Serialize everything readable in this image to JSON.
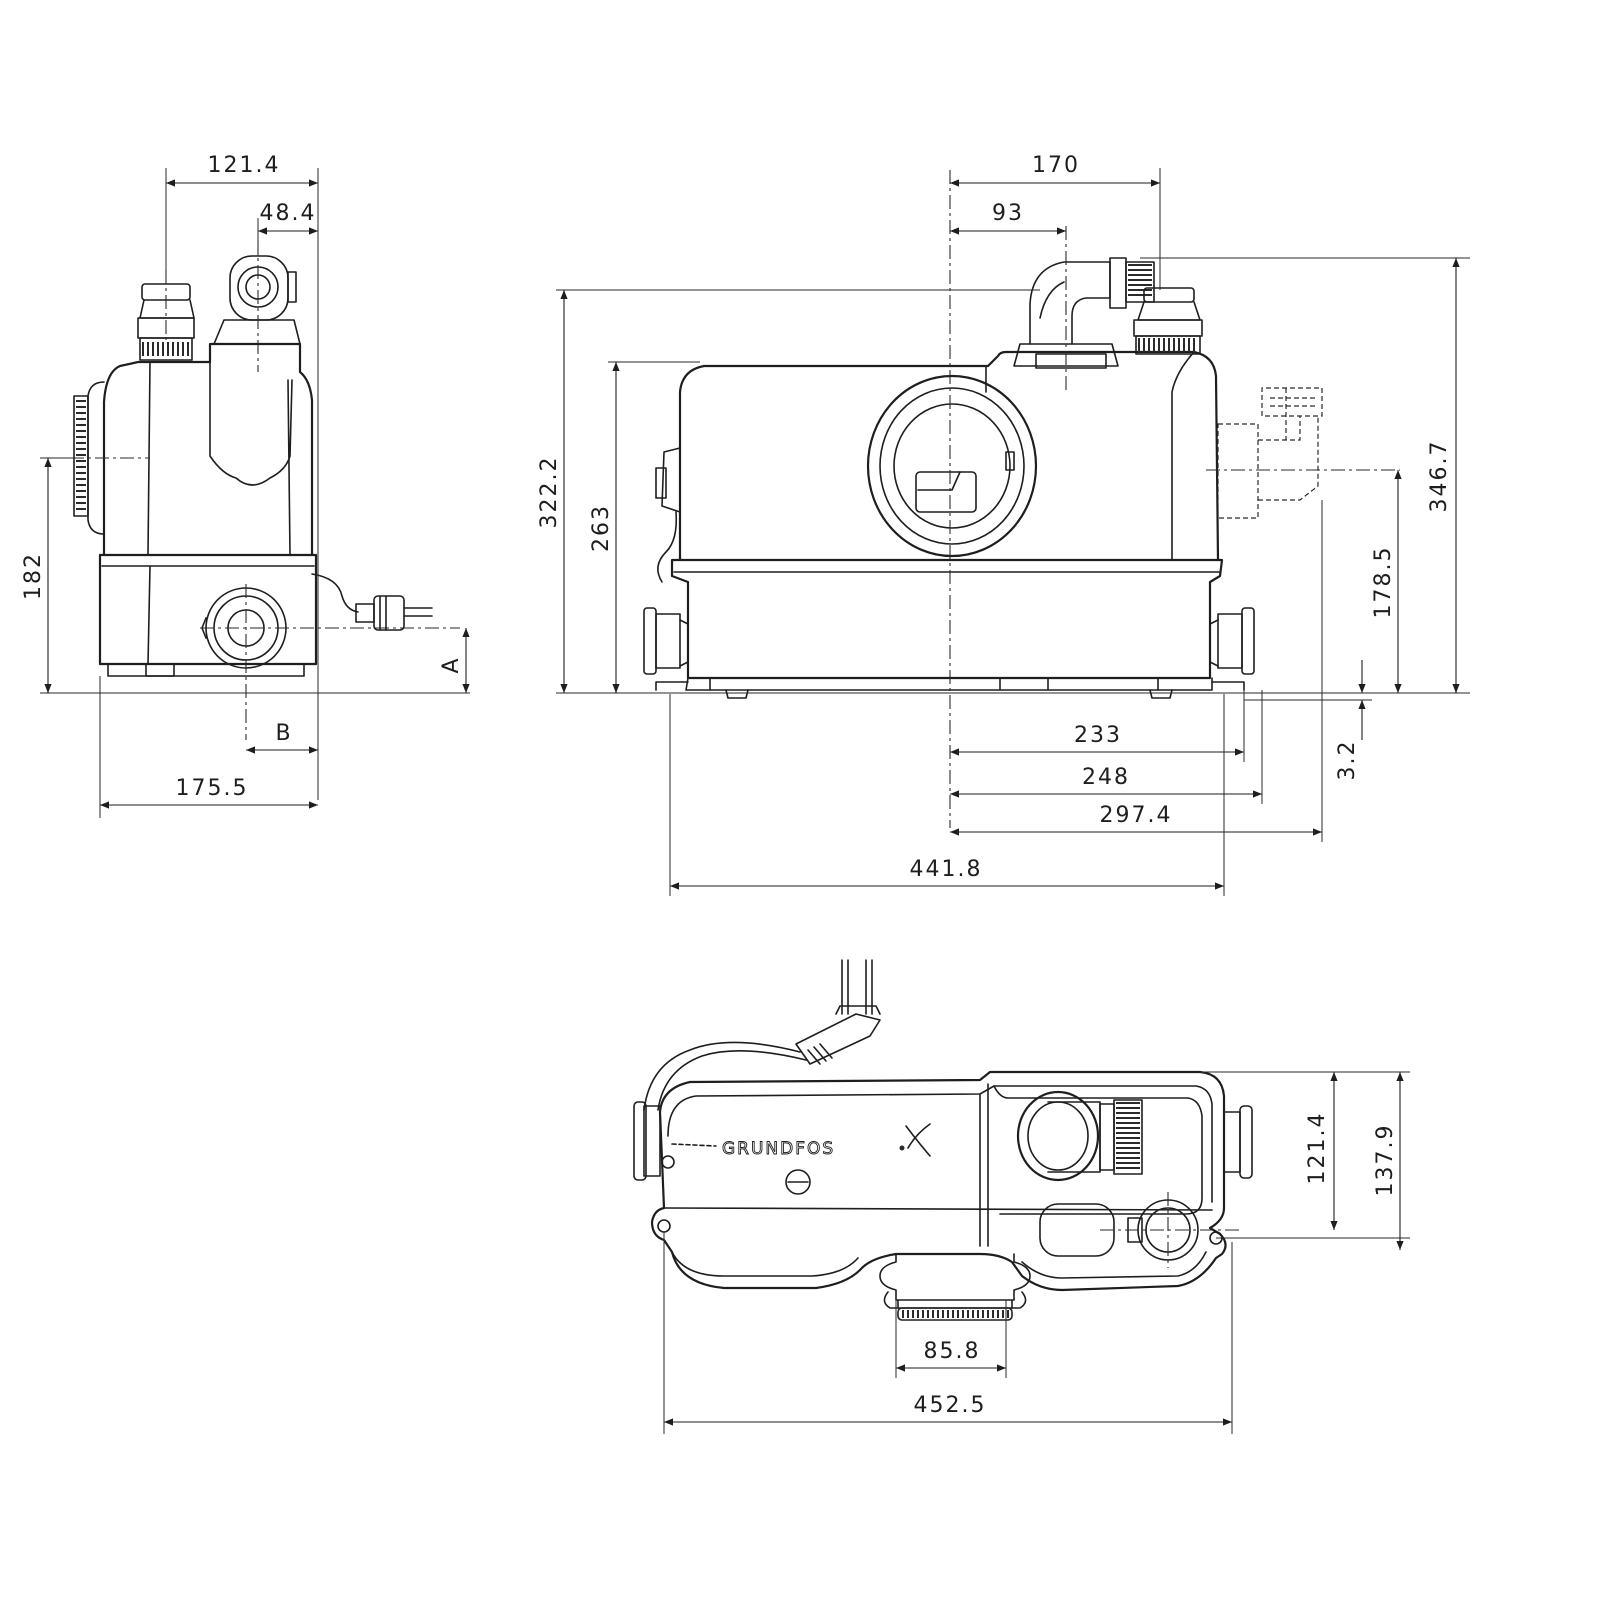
{
  "brand": {
    "logo_text": "GRUNDFOS"
  },
  "side_view": {
    "dims": {
      "top_width": "121.4",
      "outlet_offset": "48.4",
      "inlet_height": "182",
      "label_a": "A",
      "label_b": "B",
      "base_width": "175.5"
    }
  },
  "front_view": {
    "dims": {
      "axis_to_side": "170",
      "axis_to_outlet": "93",
      "height_left": "322.2",
      "body_height": "263",
      "total_height": "346.7",
      "inlet_height": "178.5",
      "foot_height": "3.2",
      "axis_233": "233",
      "axis_248": "248",
      "axis_297": "297.4",
      "overall_width": "441.8"
    }
  },
  "top_view": {
    "dims": {
      "depth_outlet": "121.4",
      "overall_depth": "137.9",
      "inlet_diameter": "85.8",
      "overall_width": "452.5"
    }
  }
}
